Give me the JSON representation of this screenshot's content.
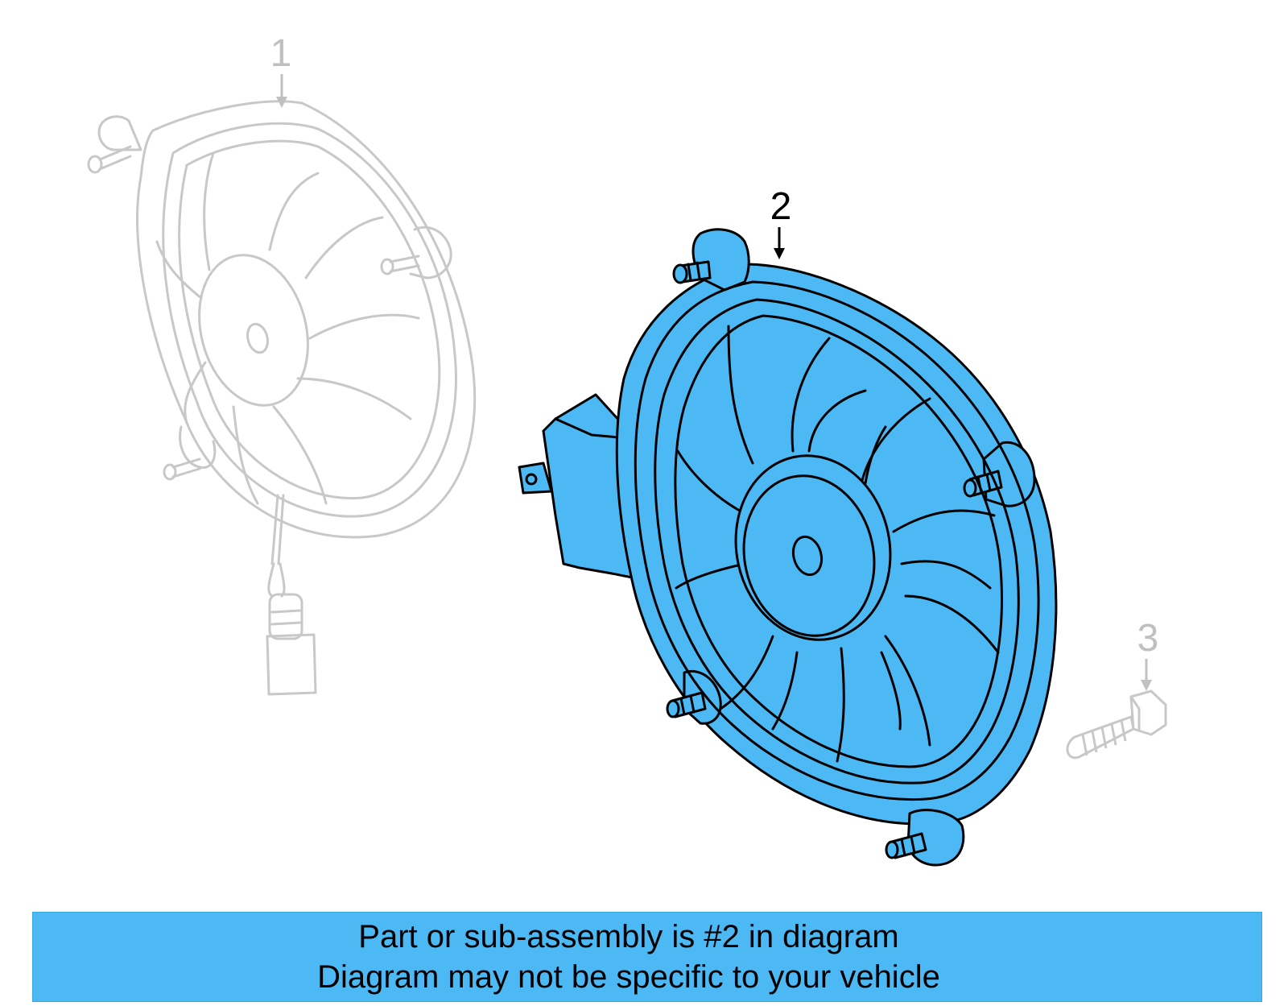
{
  "colors": {
    "highlight_fill": "#4cb9f5",
    "highlight_stroke": "#000000",
    "ghost_stroke": "#c8c8c8",
    "banner_fill": "#4cb9f5",
    "callout_dark": "#000000",
    "callout_light": "#c0c0c0"
  },
  "callouts": {
    "part1": "1",
    "part2": "2",
    "part3": "3"
  },
  "banner": {
    "line1": "Part or sub-assembly is #2 in diagram",
    "line2": "Diagram may not be specific to your vehicle"
  },
  "highlighted_part": "2"
}
